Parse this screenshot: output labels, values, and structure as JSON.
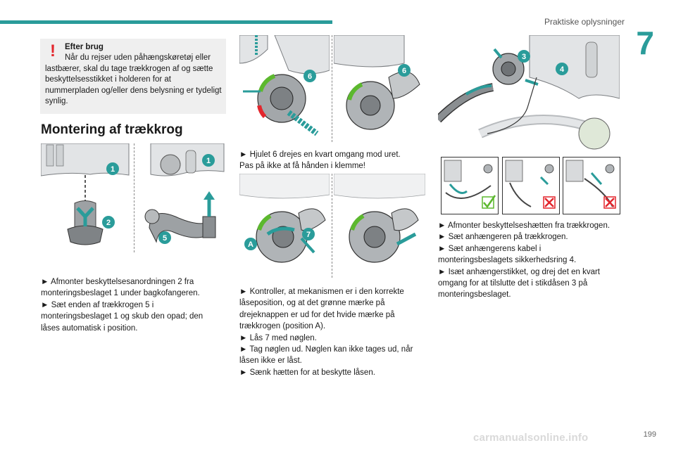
{
  "header": {
    "title": "Praktiske oplysninger",
    "chapter": "7"
  },
  "warning": {
    "title": "Efter brug",
    "text": "Når du rejser uden påhængskøretøj eller lastbærer, skal du tage trækkrogen af og sætte beskyttelsesstikket i holderen for at nummerpladen og/eller dens belysning er tydeligt synlig."
  },
  "section_title": "Montering af trækkrog",
  "figures": {
    "f1": {
      "a": "1",
      "b": "2"
    },
    "f2": {
      "a": "1",
      "b": "5"
    },
    "f3": {
      "a": "6"
    },
    "f4": {
      "a": "6"
    },
    "f5": {
      "a": "7",
      "b": "A"
    },
    "f7": {
      "a": "3",
      "b": "4"
    }
  },
  "col1": {
    "l1": "► Afmonter beskyttelsesanordningen 2 fra",
    "l2": "monteringsbeslaget 1 under bagkofangeren.",
    "l3": "► Sæt enden af trækkrogen 5 i",
    "l4": "monteringsbeslaget 1 og skub den opad; den",
    "l5": "låses automatisk i position."
  },
  "col2a": {
    "l1": "► Hjulet 6 drejes en kvart omgang mod uret.",
    "l2": "Pas på ikke at få hånden i klemme!"
  },
  "col2b": {
    "l1": "► Kontroller, at mekanismen er i den korrekte",
    "l2": "låseposition, og at det grønne mærke på",
    "l3": "drejeknappen er ud for det hvide mærke på",
    "l4": "trækkrogen (position A).",
    "l5": "► Lås 7 med nøglen.",
    "l6": "► Tag nøglen ud. Nøglen kan ikke tages ud, når",
    "l7": "låsen ikke er låst.",
    "l8": "► Sænk hætten for at beskytte låsen."
  },
  "col3": {
    "l1": "► Afmonter beskyttelseshætten fra trækkrogen.",
    "l2": "► Sæt anhængeren på trækkrogen.",
    "l3": "► Sæt anhængerens kabel i",
    "l4": "monteringsbeslagets sikkerhedsring 4.",
    "l5": "► Isæt anhængerstikket, og drej det en kvart",
    "l6": "omgang for at tilslutte det i stikdåsen 3 på",
    "l7": "monteringsbeslaget."
  },
  "page_number": "199",
  "watermark": "carmanualsonline.info",
  "colors": {
    "accent": "#2a9c9a",
    "warning": "#e3262d",
    "arrow": "#2a9c9a",
    "ok": "#5cb82e"
  }
}
